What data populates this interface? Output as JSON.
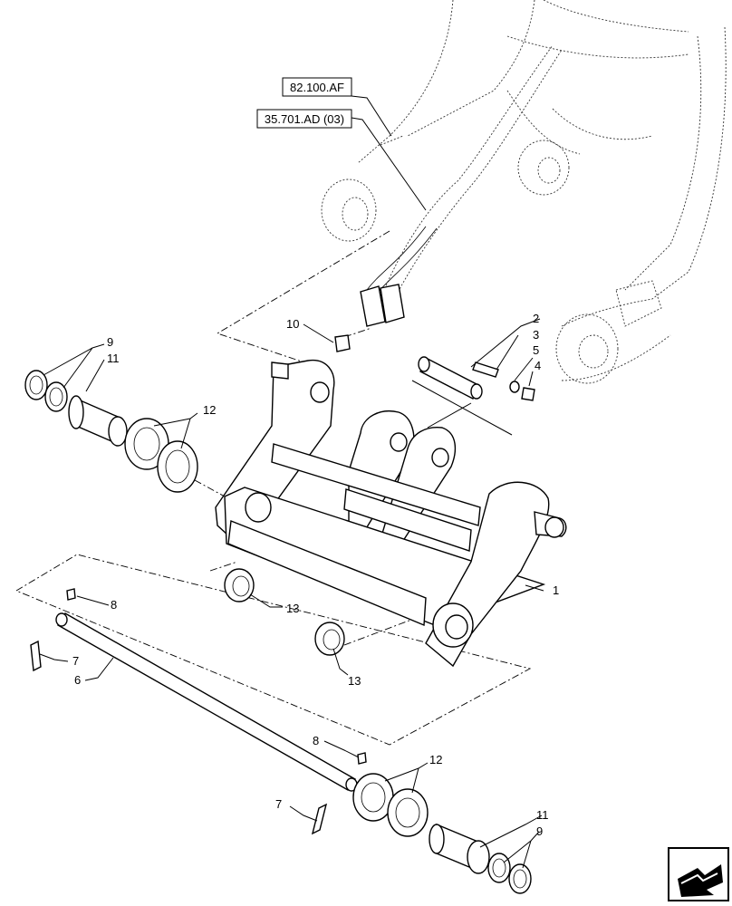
{
  "references": [
    {
      "id": "ref-82-100-af",
      "text": "82.100.AF"
    },
    {
      "id": "ref-35-701-ad-03",
      "text": "35.701.AD (03)"
    }
  ],
  "callouts": {
    "c1": "1",
    "c2": "2",
    "c3": "3",
    "c4": "4",
    "c5": "5",
    "c6": "6",
    "c7a": "7",
    "c7b": "7",
    "c8a": "8",
    "c8b": "8",
    "c9a": "9",
    "c9b": "9",
    "c10": "10",
    "c11a": "11",
    "c11b": "11",
    "c12a": "12",
    "c12b": "12",
    "c13a": "13",
    "c13b": "13"
  },
  "icons": {
    "nav": "next-page-arrow-icon"
  }
}
